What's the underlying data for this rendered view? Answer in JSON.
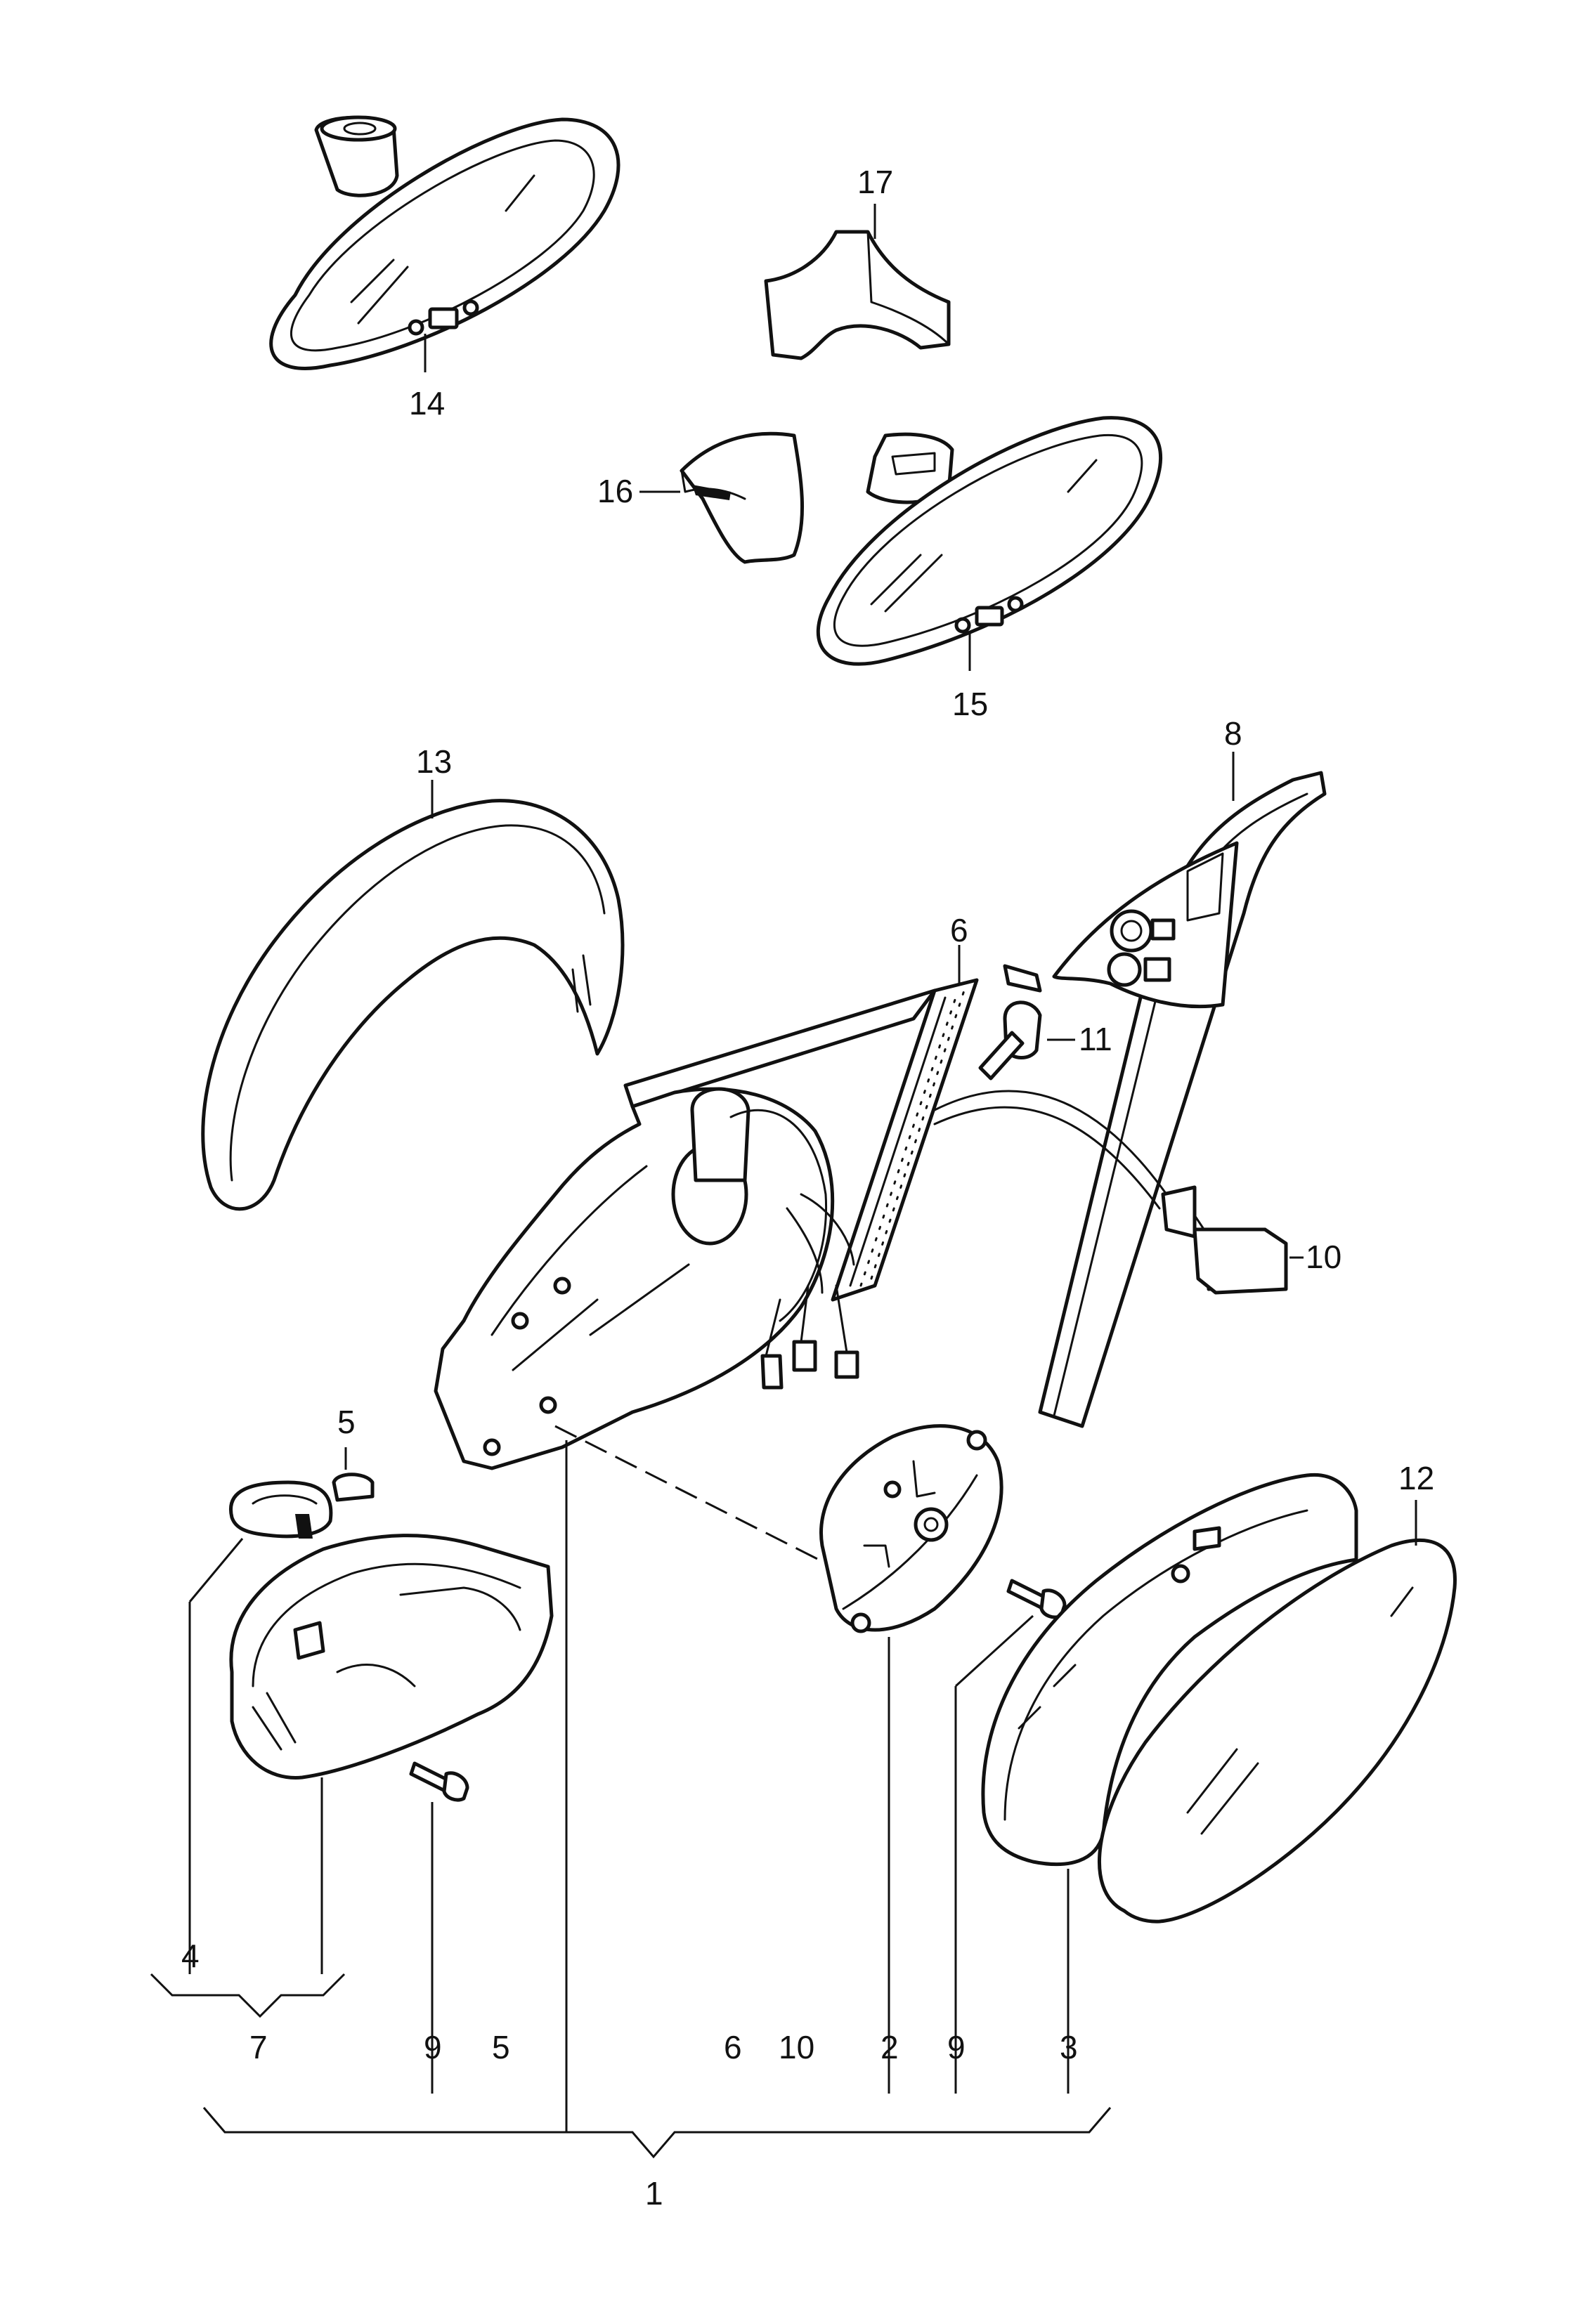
{
  "labels": {
    "l1": "1",
    "l2": "2",
    "l3": "3",
    "l4": "4",
    "l5": "5",
    "l6": "6",
    "l7": "7",
    "l8": "8",
    "l9": "9",
    "l10": "10",
    "l11": "11",
    "l12": "12",
    "l13": "13",
    "l14": "14",
    "l15": "15",
    "l16": "16",
    "l17": "17"
  },
  "bottom_row": {
    "b7": "7",
    "b9a": "9",
    "b5": "5",
    "b6": "6",
    "b10": "10",
    "b2": "2",
    "b9b": "9",
    "b3": "3",
    "b1": "1",
    "b4": "4"
  }
}
